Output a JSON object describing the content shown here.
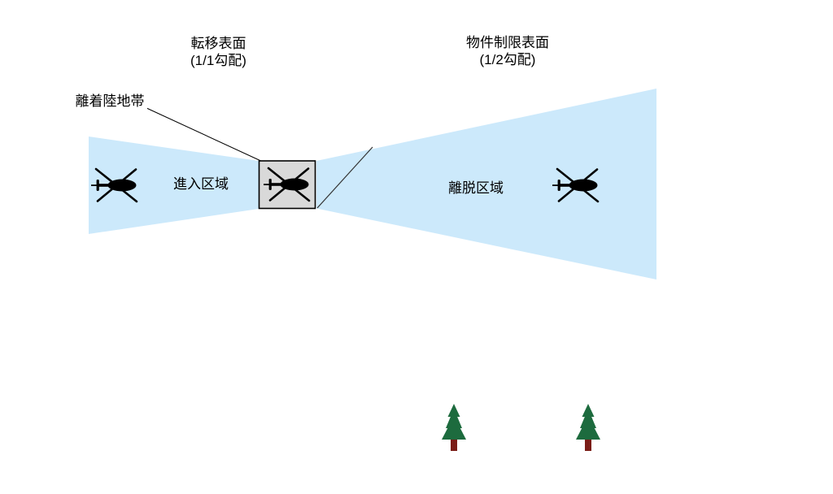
{
  "diagram": {
    "description": "Heliport landing-site obstacle limitation surfaces plan view",
    "labels": {
      "transfer_surface_line1": "転移表面",
      "transfer_surface_line2": "(1/1勾配)",
      "object_limit_line1": "物件制限表面",
      "object_limit_line2": "(1/2勾配)",
      "landing_zone": "離着陸地帯",
      "approach_area": "進入区域",
      "departure_area": "離脱区域"
    },
    "icons": {
      "helicopter": "helicopter-icon",
      "helicopter_count": 3,
      "tree": "tree-icon",
      "tree_count": 2
    },
    "colors": {
      "background": "#ffffff",
      "surface_fill": "#cce9fb",
      "pad_fill": "#d9d9d9",
      "outline": "#000000",
      "line": "#333333",
      "tree_foliage": "#1d6b3e",
      "tree_trunk": "#7a1d17"
    }
  }
}
